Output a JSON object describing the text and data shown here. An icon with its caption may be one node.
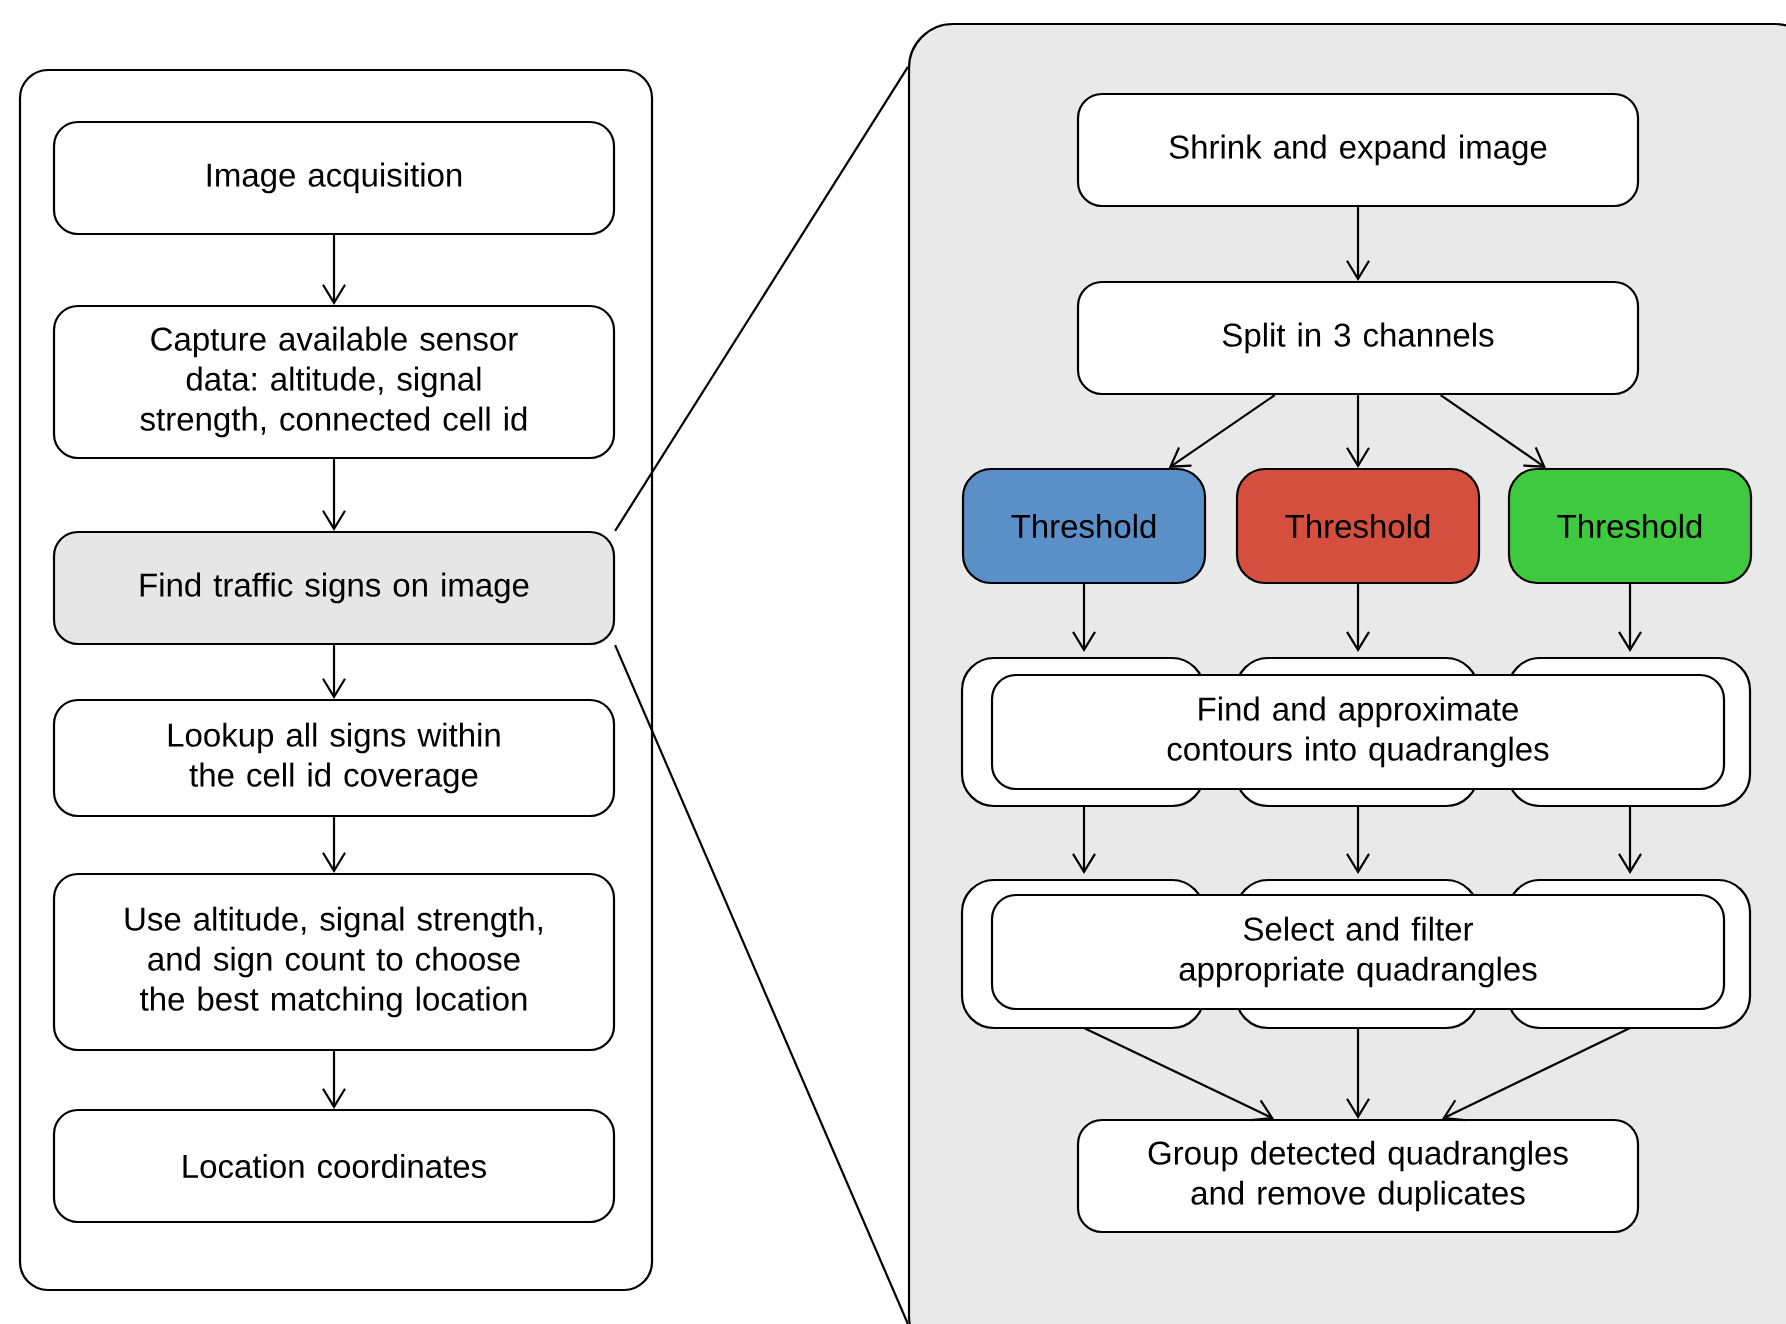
{
  "diagram": {
    "nodes": [
      {
        "text": [],
        "shape": "box"
      },
      {
        "text": [
          "Image acquisition"
        ],
        "in": 0
      },
      {
        "text": [
          "Capture available sensor data: altitude, signal strength, connected cell id"
        ],
        "in": 0
      },
      {
        "text": [
          "Find traffic signs on image"
        ],
        "in": 0
      },
      {
        "text": [
          "Lookup all signs within the cell id coverage"
        ],
        "in": 0
      },
      {
        "text": [
          "Use altitude, signal strength, and sign count to choose the best matching location"
        ],
        "in": 0
      },
      {
        "text": [
          "Location coordinates"
        ],
        "in": 0
      },
      {
        "text": [],
        "shape": "box"
      },
      {
        "text": [
          "Shrink and expand image"
        ],
        "in": 7
      },
      {
        "text": [
          "Split in 3 channels"
        ],
        "in": 7
      },
      {
        "text": [
          "Threshold"
        ],
        "in": 7
      },
      {
        "text": [
          "Threshold"
        ],
        "in": 7
      },
      {
        "text": [
          "Threshold"
        ],
        "in": 7
      },
      {
        "text": [
          "Find and approximate contours into quadrangles"
        ],
        "in": 7
      },
      {
        "text": [
          "Select and filter appropriate quadrangles"
        ],
        "in": 7
      },
      {
        "text": [
          "Group detected quadrangles and remove duplicates"
        ],
        "in": 7
      }
    ],
    "edges": [
      {
        "from": 1,
        "to": 2,
        "arrow": "to"
      },
      {
        "from": 2,
        "to": 3,
        "arrow": "to"
      },
      {
        "from": 3,
        "to": 4,
        "arrow": "to"
      },
      {
        "from": 4,
        "to": 5,
        "arrow": "to"
      },
      {
        "from": 5,
        "to": 6,
        "arrow": "to"
      },
      {
        "from": 3,
        "to": 7,
        "arrow": "none"
      },
      {
        "from": 3,
        "to": 7,
        "arrow": "none"
      },
      {
        "from": 8,
        "to": 9,
        "arrow": "to"
      },
      {
        "from": 9,
        "to": 10,
        "arrow": "to"
      },
      {
        "from": 9,
        "to": 11,
        "arrow": "to"
      },
      {
        "from": 9,
        "to": 12,
        "arrow": "to"
      },
      {
        "from": 10,
        "to": 13,
        "arrow": "to"
      },
      {
        "from": 11,
        "to": 13,
        "arrow": "to"
      },
      {
        "from": 12,
        "to": 13,
        "arrow": "to"
      },
      {
        "from": 13,
        "to": 14,
        "arrow": "to"
      },
      {
        "from": 13,
        "to": 14,
        "arrow": "to"
      },
      {
        "from": 13,
        "to": 14,
        "arrow": "to"
      },
      {
        "from": 14,
        "to": 15,
        "arrow": "to"
      },
      {
        "from": 14,
        "to": 15,
        "arrow": "to"
      },
      {
        "from": 14,
        "to": 15,
        "arrow": "to"
      }
    ]
  }
}
